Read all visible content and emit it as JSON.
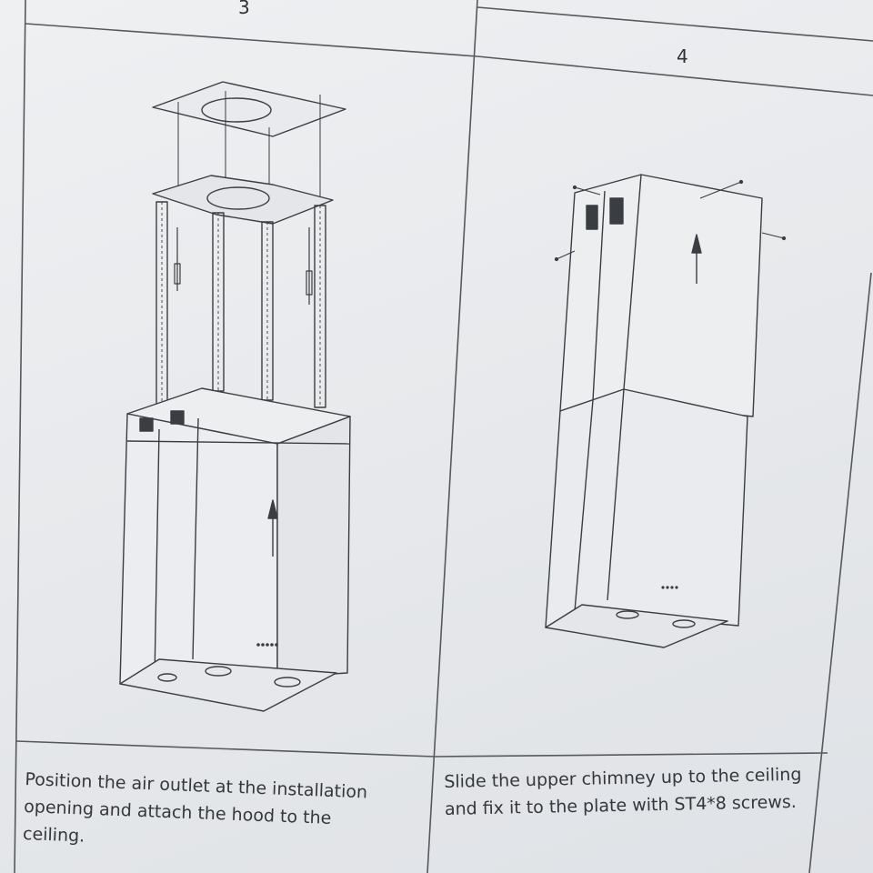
{
  "steps": [
    {
      "number": "3",
      "caption": "Position the air outlet at the installation\nopening and attach the hood to the\nceiling."
    },
    {
      "number": "4",
      "caption": "Slide the upper chimney up to the ceiling\nand fix it to the plate with ST4*8 screws."
    }
  ],
  "colors": {
    "paper": "#e9ebee",
    "ink": "#3a3d42"
  }
}
